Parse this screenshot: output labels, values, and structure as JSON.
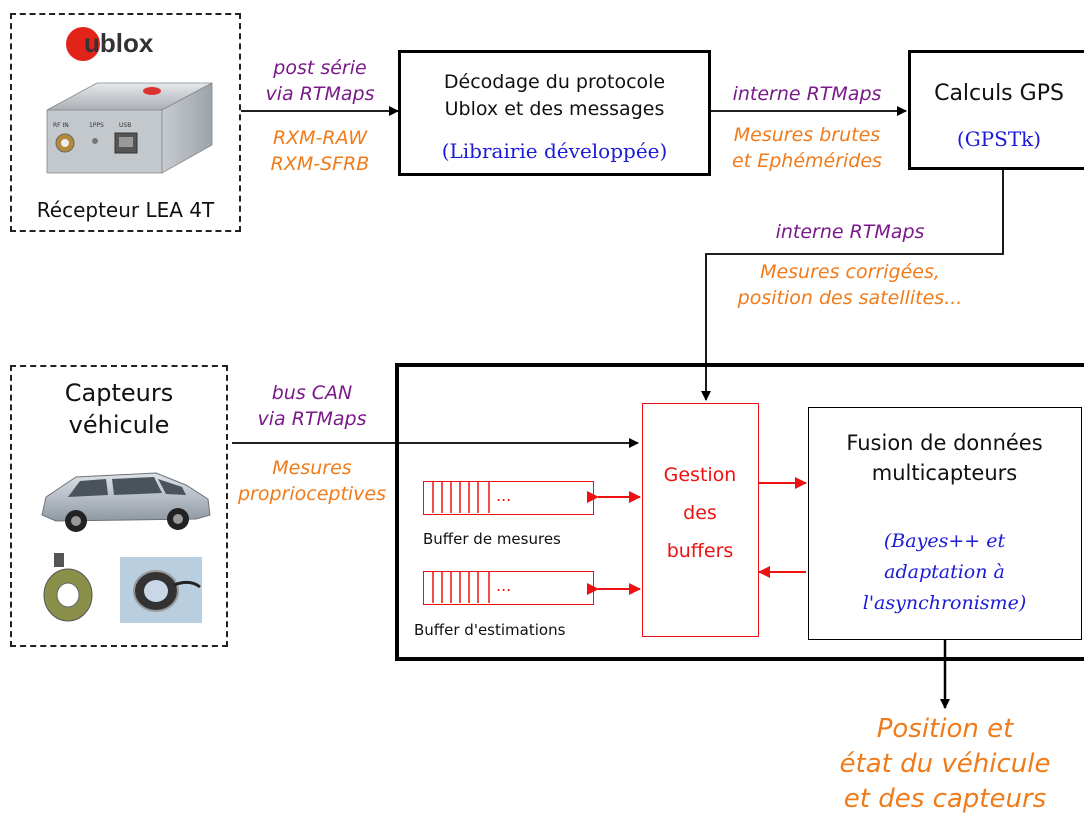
{
  "receiver": {
    "brand": "ublox",
    "device_label": "Récepteur LEA 4T",
    "device_port_labels": [
      "RF IN",
      "1PPS",
      "USB"
    ]
  },
  "link_receiver_decoder": {
    "transport": [
      "post série",
      "via RTMaps"
    ],
    "messages": [
      "RXM-RAW",
      "RXM-SFRB"
    ]
  },
  "decoder": {
    "title": [
      "Décodage du protocole",
      "Ublox et des messages"
    ],
    "note": "(Librairie développée)"
  },
  "link_decoder_gps": {
    "transport": "interne RTMaps",
    "messages": [
      "Mesures brutes",
      "et Ephémérides"
    ]
  },
  "gps": {
    "title": "Calculs GPS",
    "note": "(GPSTk)"
  },
  "link_gps_buffers": {
    "transport": "interne RTMaps",
    "messages": [
      "Mesures corrigées,",
      "position des satellites..."
    ]
  },
  "sensors": {
    "title": [
      "Capteurs",
      "véhicule"
    ]
  },
  "link_sensors_buffers": {
    "transport": [
      "bus CAN",
      "via RTMaps"
    ],
    "messages": [
      "Mesures",
      "proprioceptives"
    ]
  },
  "buffers": {
    "measure_label": "Buffer de mesures",
    "estimate_label": "Buffer d'estimations",
    "ellipsis": "..."
  },
  "buffer_manager": {
    "lines": [
      "Gestion",
      "des",
      "buffers"
    ]
  },
  "fusion": {
    "title": [
      "Fusion de données",
      "multicapteurs"
    ],
    "note": [
      "(Bayes++ et",
      "adaptation à",
      "l'asynchronisme)"
    ]
  },
  "output": {
    "lines": [
      "Position et",
      "état du véhicule",
      "et des capteurs"
    ]
  },
  "colors": {
    "purple": "#7a1a8a",
    "orange": "#f07b1a",
    "blue": "#1a1ad8",
    "red": "#e11111"
  }
}
